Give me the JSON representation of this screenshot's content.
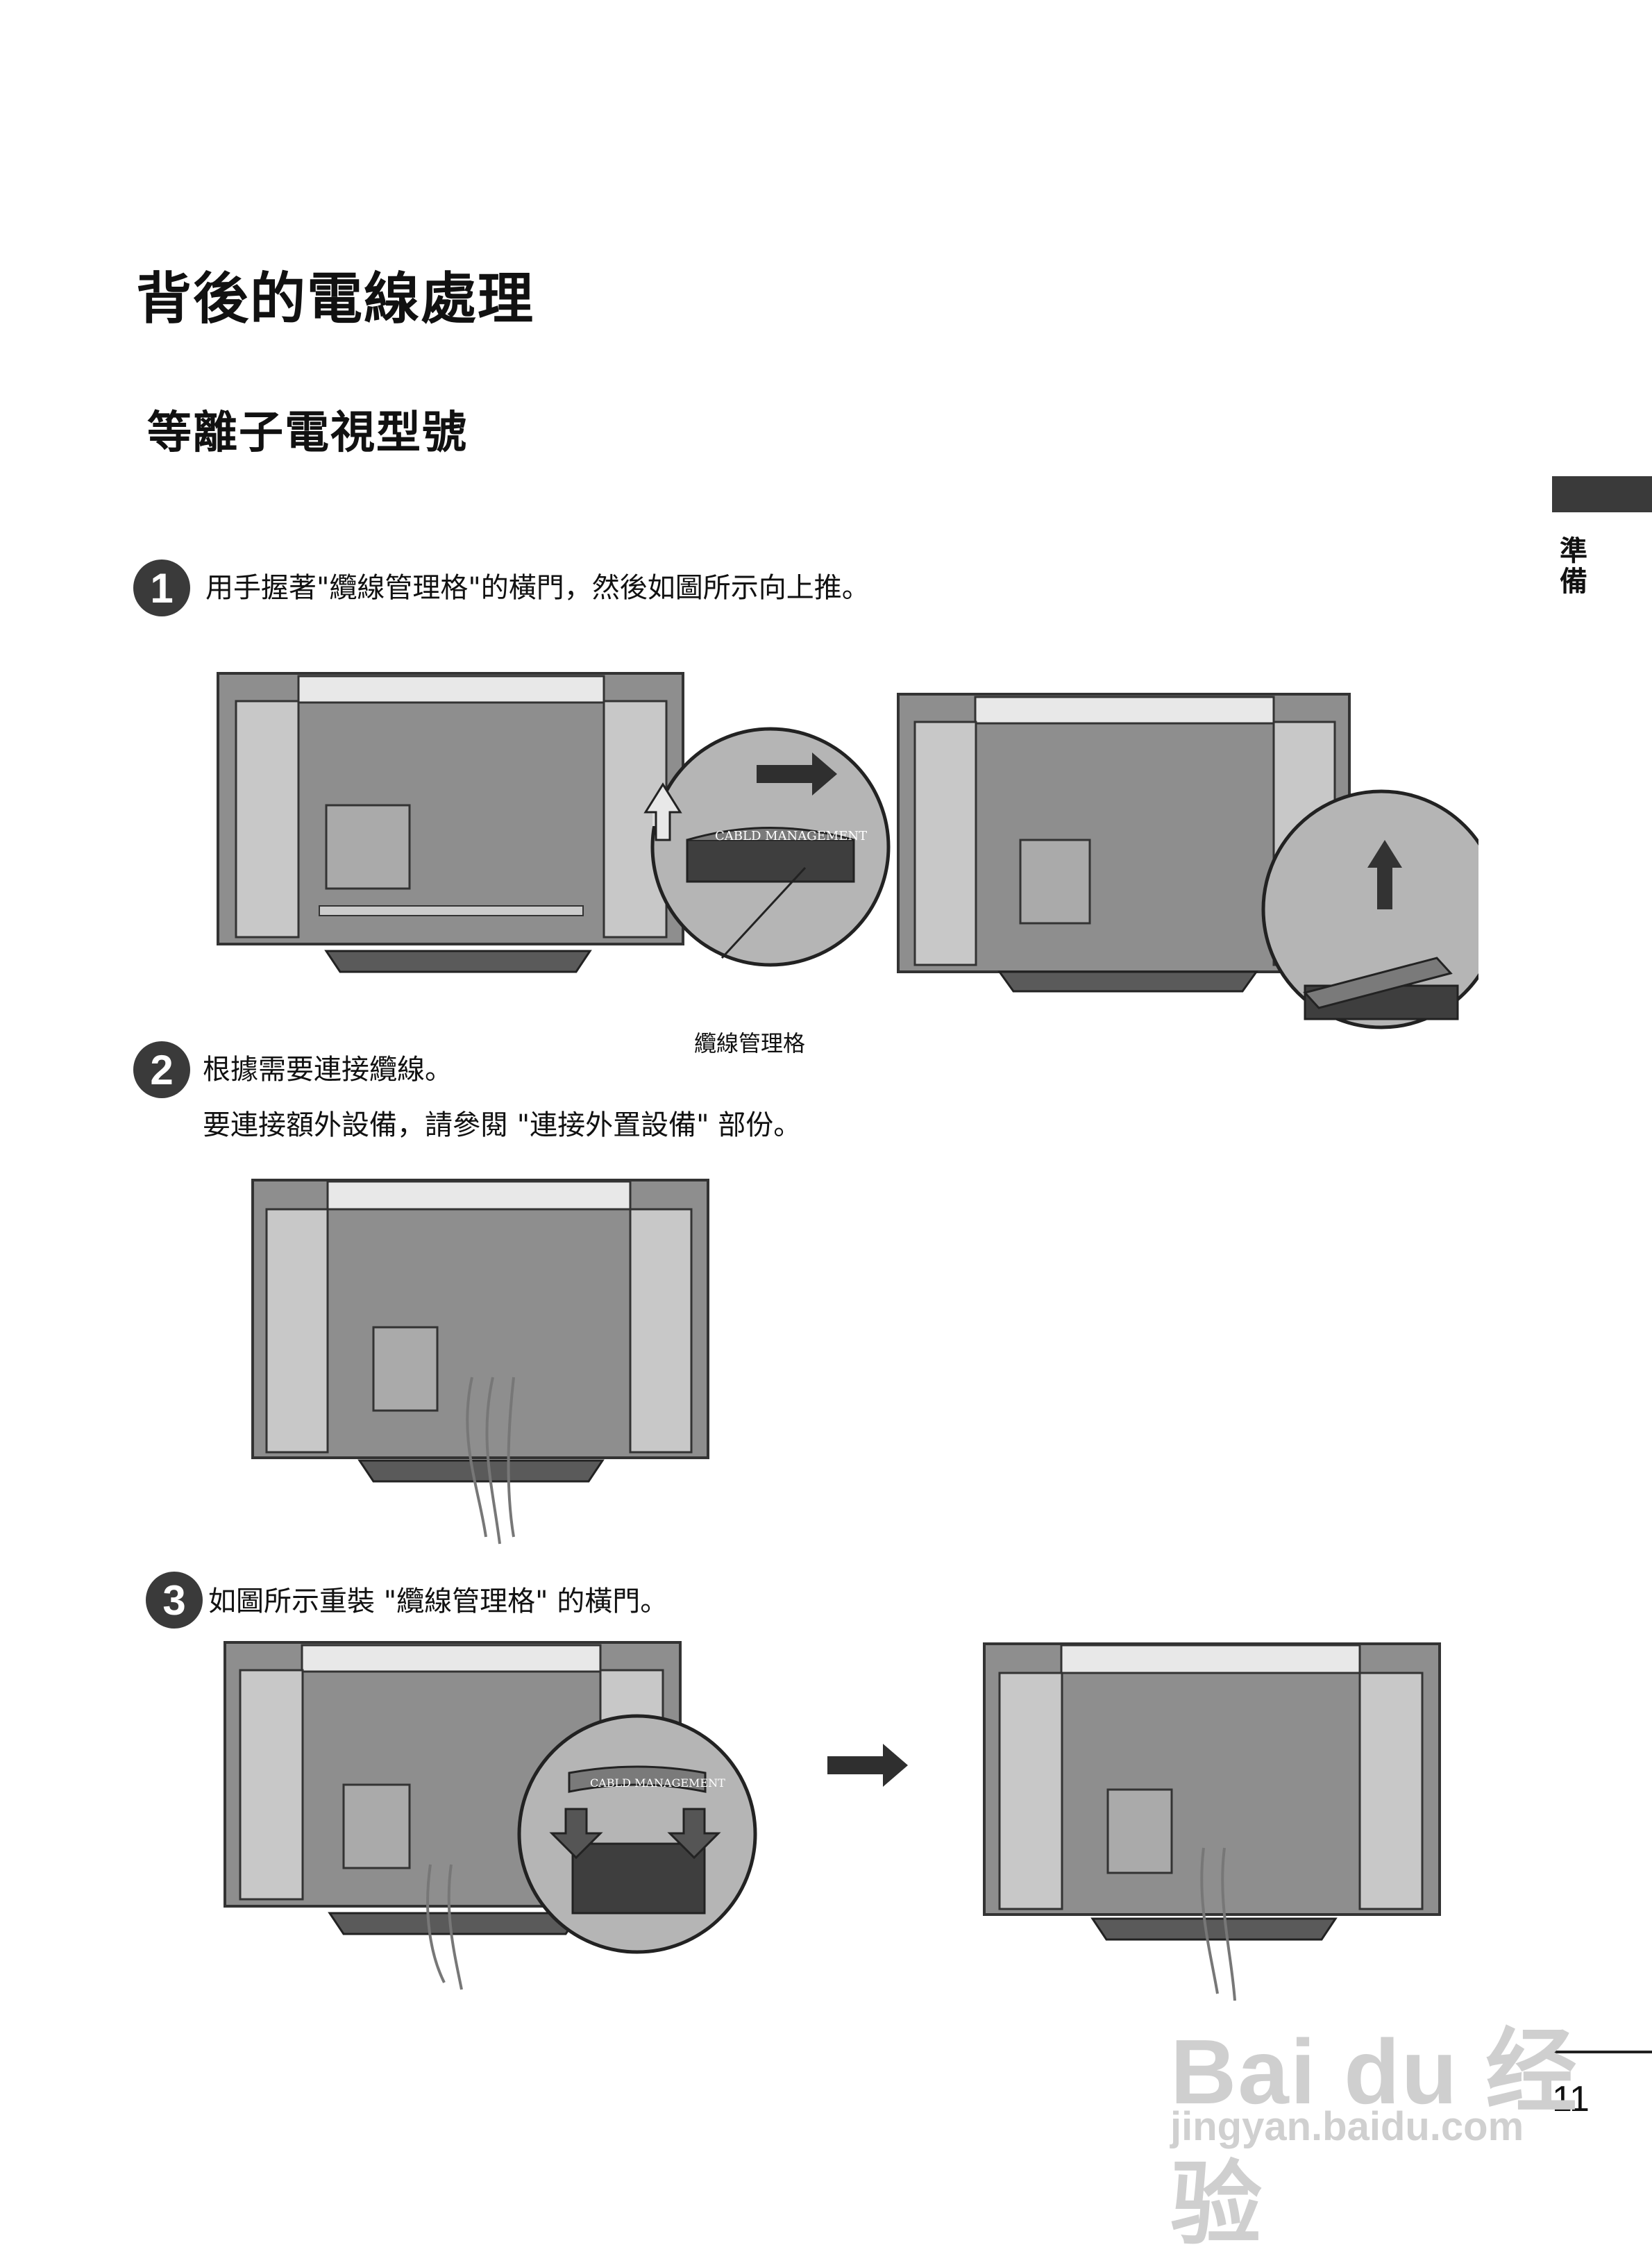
{
  "header": {
    "title": "背後的電線處理",
    "subtitle": "等離子電視型號"
  },
  "side_tab": {
    "label": "準備"
  },
  "steps": [
    {
      "number": "1",
      "text": "用手握著\"纜線管理格\"的橫門，然後如圖所示向上推。"
    },
    {
      "number": "2",
      "text": "根據需要連接纜線。",
      "note": "要連接額外設備，請參閱 \"連接外置設備\" 部份。"
    },
    {
      "number": "3",
      "text": "如圖所示重裝 \"纜線管理格\" 的橫門。"
    }
  ],
  "callout_label": "纜線管理格",
  "cover_text": "CABLD MANAGEMENT",
  "page_number": "11",
  "watermark": {
    "main": "Bai du 经验",
    "sub": "jingyan.baidu.com"
  },
  "colors": {
    "dark": "#3a3a3a",
    "panel": "#9a9a9a",
    "panel_dark": "#6e6e6e"
  }
}
